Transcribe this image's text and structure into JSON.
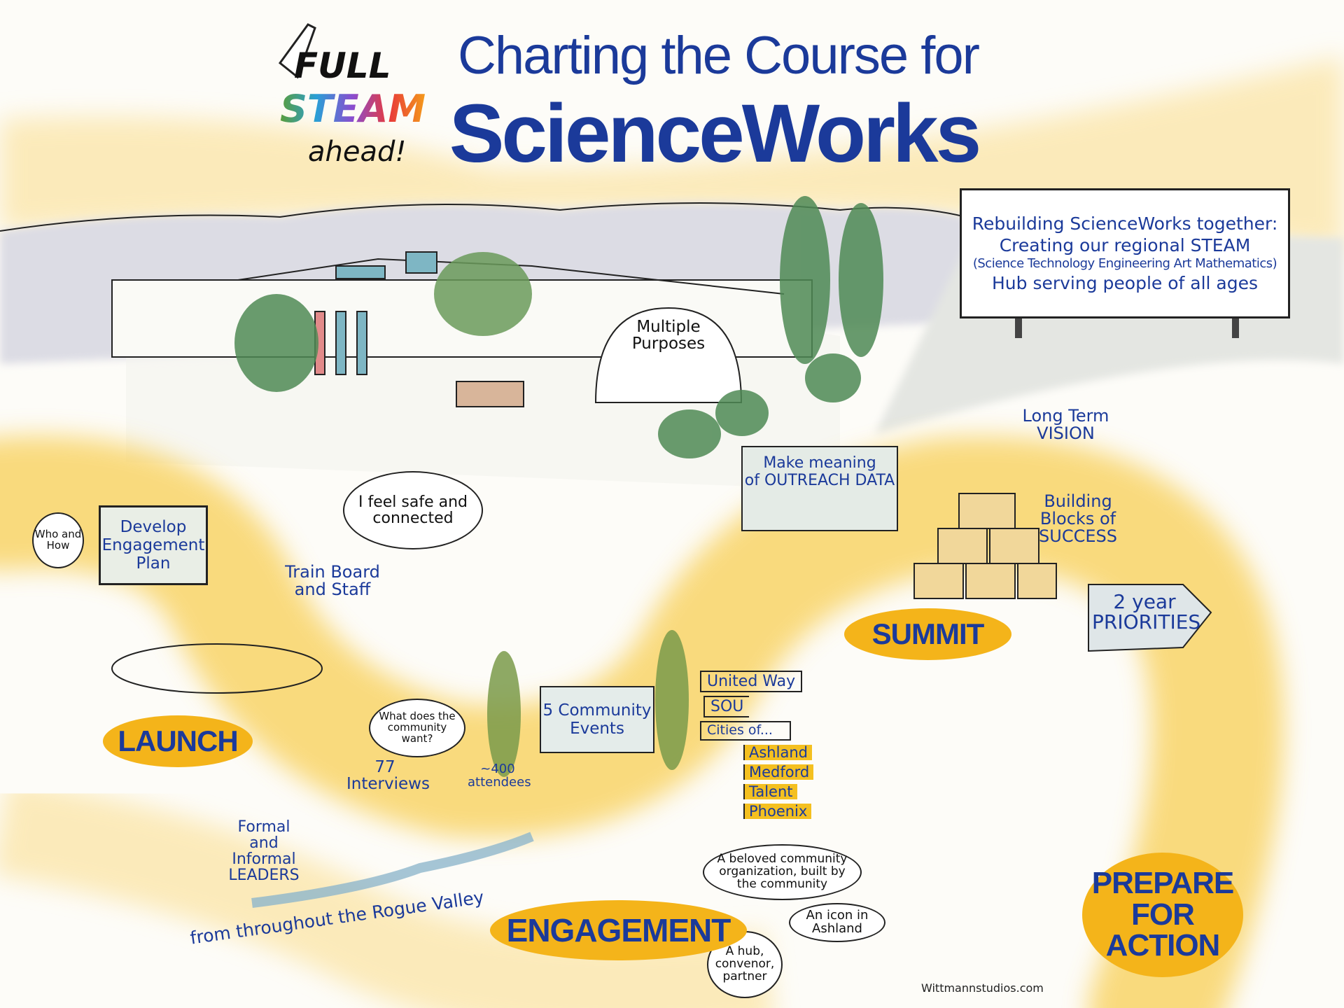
{
  "logo": {
    "line1": "FULL",
    "line2": "STEAM",
    "line3": "ahead!"
  },
  "title": {
    "line1": "Charting the Course for",
    "line2": "ScienceWorks"
  },
  "billboard": {
    "lines": [
      "Rebuilding ScienceWorks together:",
      "Creating our regional STEAM",
      "(Science Technology Engineering Art Mathematics)",
      "Hub serving people of all ages"
    ]
  },
  "building": {
    "dome_label": "Multiple Purposes"
  },
  "bubbles": {
    "safe": "I feel safe and connected",
    "who_how": "Who and How",
    "community_want": "What does the community want?",
    "beloved": "A beloved community organization, built by the community",
    "icon": "An icon in Ashland",
    "hub": "A hub, convenor, partner"
  },
  "launch": {
    "label": "LAUNCH",
    "plan_board": "Develop Engagement Plan",
    "train": "Train Board and Staff"
  },
  "engagement": {
    "label": "ENGAGEMENT",
    "interviews": "77 Interviews",
    "attendees": "~400 attendees",
    "events_banner": "5 Community Events",
    "leaders": "Formal and Informal LEADERS",
    "river": "from throughout the Rogue Valley",
    "partners": [
      "United Way",
      "SOU",
      "Cities of..."
    ],
    "cities": [
      "Ashland",
      "Medford",
      "Talent",
      "Phoenix"
    ]
  },
  "summit": {
    "label": "SUMMIT",
    "data_board_line1": "Make meaning",
    "data_board_line2": "of OUTREACH DATA",
    "vision": "Long Term VISION",
    "blocks": "Building Blocks of SUCCESS",
    "priorities": "2 year PRIORITIES"
  },
  "prepare": {
    "label_line1": "PREPARE",
    "label_line2": "FOR",
    "label_line3": "ACTION"
  },
  "credit": "Wittmannstudios.com",
  "colors": {
    "ink_blue": "#1b3a9a",
    "yellow": "#f4b41a",
    "wash": "#fbe7a6",
    "tree_green": "#4f8a55",
    "hill_grey": "#d4d4dc"
  }
}
